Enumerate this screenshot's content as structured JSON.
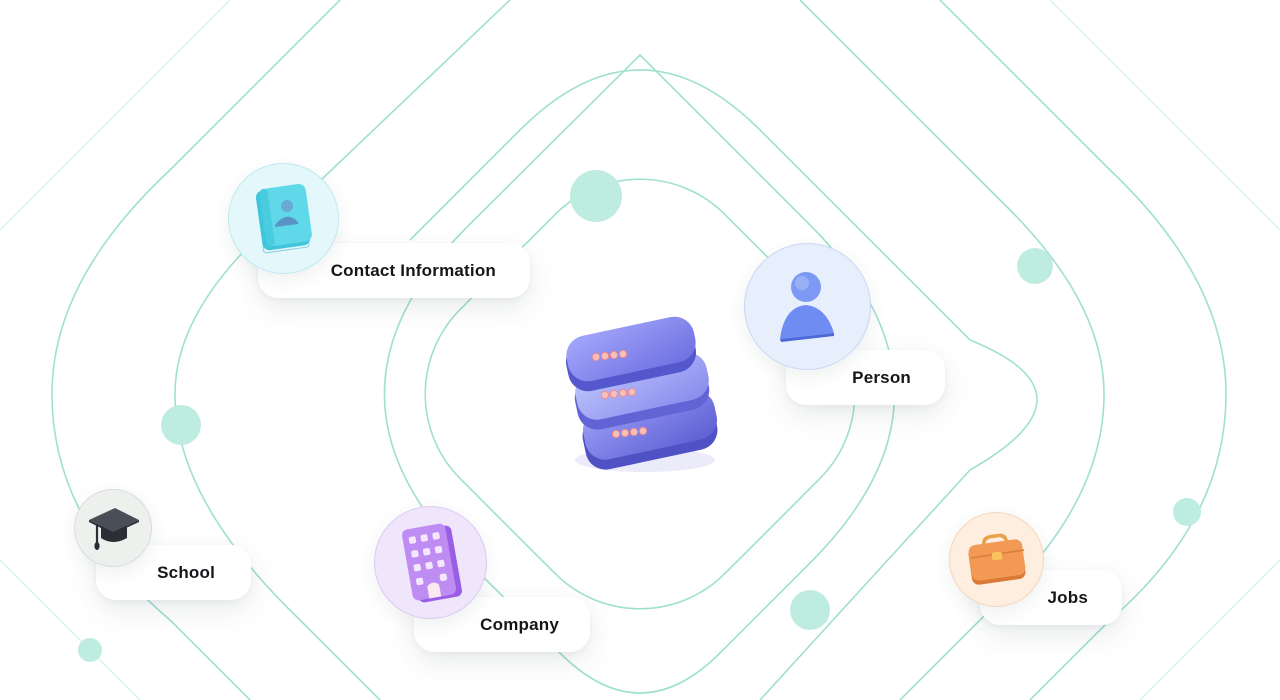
{
  "nodes": {
    "contact": {
      "label": "Contact Information",
      "icon": "contact-book-icon",
      "accent": "#5fd9ea",
      "badge_bg": "#e4f8fb"
    },
    "person": {
      "label": "Person",
      "icon": "person-icon",
      "accent": "#6f8cf2",
      "badge_bg": "#e7eefc"
    },
    "school": {
      "label": "School",
      "icon": "graduation-cap-icon",
      "accent": "#3d4147",
      "badge_bg": "#eef0ee"
    },
    "company": {
      "label": "Company",
      "icon": "office-building-icon",
      "accent": "#b37af0",
      "badge_bg": "#f0e6fb"
    },
    "jobs": {
      "label": "Jobs",
      "icon": "briefcase-icon",
      "accent": "#f29a55",
      "badge_bg": "#fdeee0"
    }
  },
  "center": {
    "icon": "database-server-icon",
    "accent": "#7d7de8"
  },
  "colors": {
    "line": "#9fe0cf",
    "dot": "#bfece0",
    "text": "#14161a"
  }
}
